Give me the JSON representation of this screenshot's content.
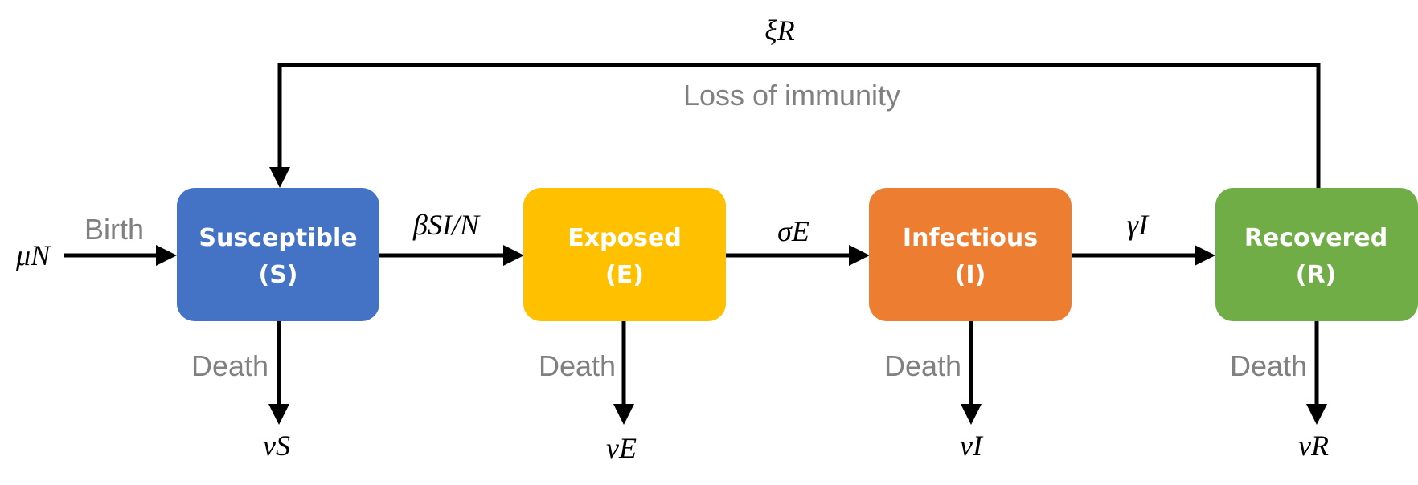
{
  "compartments": [
    {
      "name": "Susceptible",
      "symbol": "(S)",
      "color": "#4472C4",
      "death_rate": "νS"
    },
    {
      "name": "Exposed",
      "symbol": "(E)",
      "color": "#FFC000",
      "death_rate": "νE"
    },
    {
      "name": "Infectious",
      "symbol": "(I)",
      "color": "#ED7D31",
      "death_rate": "νI"
    },
    {
      "name": "Recovered",
      "symbol": "(R)",
      "color": "#70AD47",
      "death_rate": "νR"
    }
  ],
  "transitions": {
    "birth_rate": "μN",
    "birth_label": "Birth",
    "s_to_e": "βSI/N",
    "e_to_i": "σE",
    "i_to_r": "γI",
    "r_to_s": "ξR",
    "r_to_s_label": "Loss of immunity"
  },
  "death_label": "Death"
}
